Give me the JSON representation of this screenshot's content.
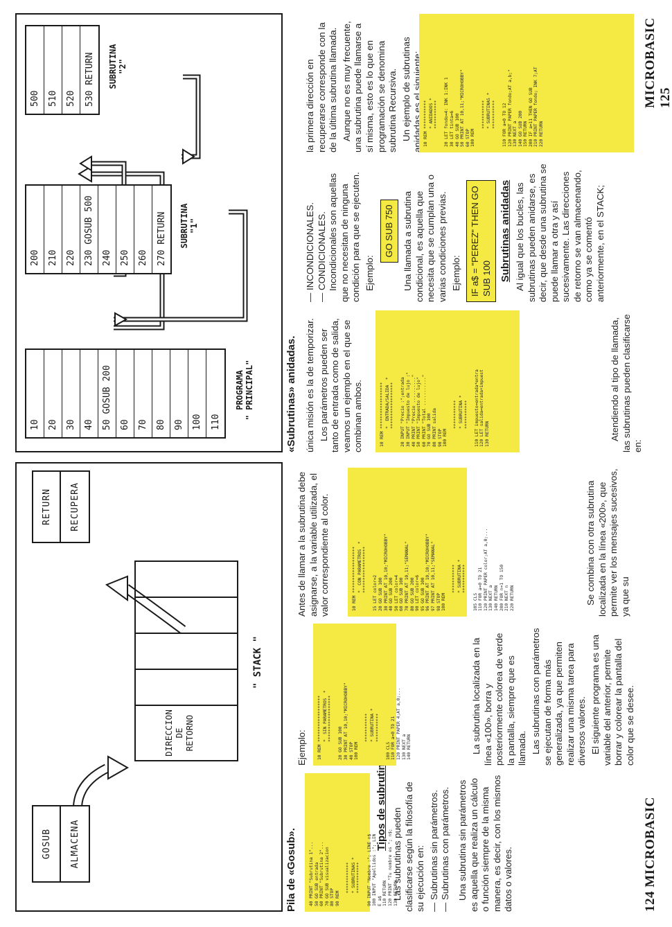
{
  "left_page": {
    "folio": "124 MICROBASIC",
    "caption": "Pila de «Gosub».",
    "diagram": {
      "gosub_label": "GOSUB",
      "almacena_label": "ALMACENA",
      "return_label": "RETURN",
      "recupera_label": "RECUPERA",
      "stack_header": [
        "DIRECCION  DE",
        "RETORNO"
      ],
      "stack_label": "\" STACK \""
    },
    "code1": "40 PRINT \"Subrutina 1\"...\n50 GO SUB entrada\n60 PRINT \"Subrutina 2\"...\n70 GO SUB visualizacion\n80 STOP\n90 REM\n\n     ************\n     * SUBRUTINAS *\n     ************\n\n90 INPUT \"Nombre :\"; LINE n$\n100 INPUT \"Apellidos :\"; LIN\nE a$\n110 RETURN\n120 PRINT \"Tu nombre es \"; n$;\n130 RETURN",
    "heading_tipos": "Tipos de subrutinas",
    "col1": {
      "p1": "Las subrutinas pueden clasificarse según la filosofía de su ejecución en:",
      "li1": "— Subrutinas sin parámetros.",
      "li2": "— Subrutinas con parámetros.",
      "p2": "Una subrutina sin parámetros es aquella que realiza un cálculo o función siempre de la misma manera, es decir, con los mismos datos o valores."
    },
    "col2": {
      "ejemplo": "Ejemplo:",
      "p1": "La subrutina localizada en la línea «100», borra y posteriormente colorea de verde la pantalla, siempre que es llamada.",
      "p2": "Las subrutinas con parámetros se ejecutan de forma más generalizada, ya que permiten realizar una misma tarea para diversos valores.",
      "p3": "El siguiente programa es una variable del anterior, permite borrar y colorear la pantalla del color que se desee."
    },
    "code2": "10 REM ******************\n       *  SIN PARAMETROS  *\n       ******************\n\n20 GO SUB 100\n30 PRINT AT 10,10;\"MICROHOBBY\"\n40 STOP\n100 REM\n\n       ***********\n       * SUBRUTINA *\n       ***********\n\n100 CLS\n110 FOR a=0 TO 21\n120 PRINT PAPER 4;AT a,0;...\n130 NEXT a\n140 RETURN",
    "col3": {
      "p1": "Antes de llamar a la subrutina debe asignarse, a la variable utilizada, el valor correspondiente al color.",
      "p2": "Se combina con otra subrutina localizada en la línea «200», que permite ver los mensajes sucesivos, ya que su"
    },
    "code3": "10 REM ******************\n       *  CON PARAMETROS  *\n       ******************\n\n15 LET color=2\n20 GO SUB 100\n30 PRINT AT 10,10;\"MICROHOBBY\"\n40 GO SUB 200\n50 LET color=4\n60 GO SUB 100\n70 PRINT AT 10,11;\"SEMANAL\"\n80 GO SUB 200\n90 LET color=6\n95 GO SUB 100\n96 PRINT AT 10,10;\"MICROHOBBY\"\n97 PRINT AT 10,11;\"SEMANAL\"\n98 STOP\n100 REM\n\n       ***********\n       * SUBRUTINA *\n       ***********\n\n105 CLS\n110 FOR a=0 TO 21\n120 PRINT PAPER color;AT a,0;...\n130 NEXT a\n140 RETURN\n200 FOR n=1 TO 150\n210 NEXT n\n220 RETURN"
  },
  "right_page": {
    "folio": "MICROBASIC 125",
    "caption": "«Subrutinas» anidadas.",
    "diagram": {
      "main_rows": [
        "10",
        "20",
        "30",
        "40",
        "50 GOSUB 200",
        "60",
        "70",
        "80",
        "90",
        "100",
        "110"
      ],
      "main_label": [
        "PROGRAMA",
        "\" PRINCIPAL\""
      ],
      "sub1_rows": [
        "200",
        "210",
        "220",
        "230 GOSUB 500",
        "240",
        "250",
        "260",
        "270 RETURN"
      ],
      "sub1_label": [
        "SUBRUTINA",
        "\"1\""
      ],
      "sub2_rows": [
        "500",
        "510",
        "520",
        "530 RETURN"
      ],
      "sub2_label": [
        "SUBRUTINA",
        "\"2\""
      ]
    },
    "col1": {
      "p1": "única misión es la de temporizar.",
      "p2": "Los parámetros pueden ser tanto de entrada como de salida, veamos un ejemplo en el que se combinan ambos.",
      "p3": "Atendiendo al tipo de llamada, las subrutinas pueden clasificarse en:"
    },
    "code4": "10 REM ******************\n       *  ENTRADA/SALIDA  *\n       ******************\n\n20 INPUT \"Precio :\";entrada\n30 INPUT \"Impuesto de lujo :\"\n40 PRINT \"Precio ..........\"\n50 PRINT \"Impuesto de lujo\"\n60 PRINT \"Total ...........\"\n70 GO SUB 100\n80 PRINT salida\n90 STOP\n100 REM\n\n       ***********\n       * SUBRUTINA *\n       ***********\n\n110 LET impuesto=entrada*entra\n120 LET salida=entrada+impuest\n130 RETURN",
    "col2": {
      "li1": "— INCONDICIONALES.",
      "li2": "— CONDICIONALES.",
      "p1": "Incondicionales son aquellas que no necesitan de ninguna condición para que se ejecuten.",
      "ejemplo1": "Ejemplo:",
      "box1": "GO SUB 750",
      "p2": "Una llamada a subrutina condicional, es aquella que necesita que se cumplan una o varias condiciones previas.",
      "ejemplo2": "Ejemplo:",
      "box2": "IF a$ = \"PEREZ\" THEN GO SUB 100",
      "heading": "Subrutinas anidadas",
      "p3": "Al igual que los bucles, las subrutinas pueden anidarse, es decir, que desde una subrutina se puede llamar a otra y así sucesivamente. Las direcciones de retorno se van almacenando, como ya se comentó anteriormente, en el STACK;"
    },
    "col3": {
      "p1": "la primera dirección en recuperarse corresponde con la de la última subrutina llamada.",
      "p2": "Aunque no es muy frecuente, una subrutina puede llamarse a sí misma, esto es lo que en programación se denomina subrutina Recursiva.",
      "p3": "Un ejemplo de subrutinas anidadas es el siguiente:"
    },
    "code5": "10 REM ***********\n       * ANIDADOS *\n       ***********\n\n20 LET fondo=4: INK 1:INK 1\n30 LET tinta=6\n40 GO SUB 100\n50 PRINT AT 10,11;\"MICROHOBBY\"\n60 STOP\n100 REM\n\n       ***********\n       * SUBRUTINAS *\n       ***********\n\n110 FOR a=0 TO 12\n120 PRINT PAPER fondo;AT a,b;\"\n130 NEXT a\n140 GO SUB 200\n150 RETURN\n200 IF a=11 THEN GO SUB\n210 PRINT PAPER fondo; INK 7;AT\n220 RETURN"
  }
}
